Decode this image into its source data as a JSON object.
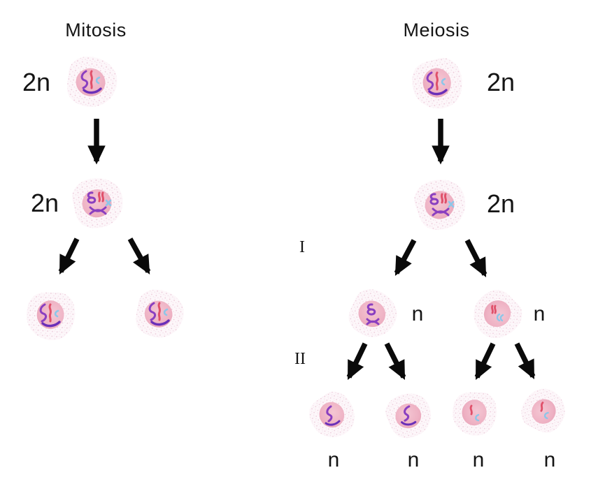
{
  "mitosis": {
    "title": "Mitosis",
    "parent_ploidy": "2n",
    "metaphase_ploidy": "2n"
  },
  "meiosis": {
    "title": "Meiosis",
    "parent_ploidy": "2n",
    "metaphase_ploidy": "2n",
    "division_1": "I",
    "division_2": "II",
    "after_division1": [
      "n",
      "n"
    ],
    "after_division2": [
      "n",
      "n",
      "n",
      "n"
    ]
  },
  "colors": {
    "chromosome_purple": "#8a3fc0",
    "chromosome_dark_purple": "#6a2fb8",
    "chromosome_red": "#e0506a",
    "chromosome_blue": "#8ec6e8",
    "cell_cytoplasm": "#fdf7fa",
    "cell_stipple": "#eac6d6",
    "cell_stipple2": "#f3dde8",
    "nucleus": "#efb5c5",
    "arrow": "#0a0a0a",
    "text": "#141414"
  }
}
